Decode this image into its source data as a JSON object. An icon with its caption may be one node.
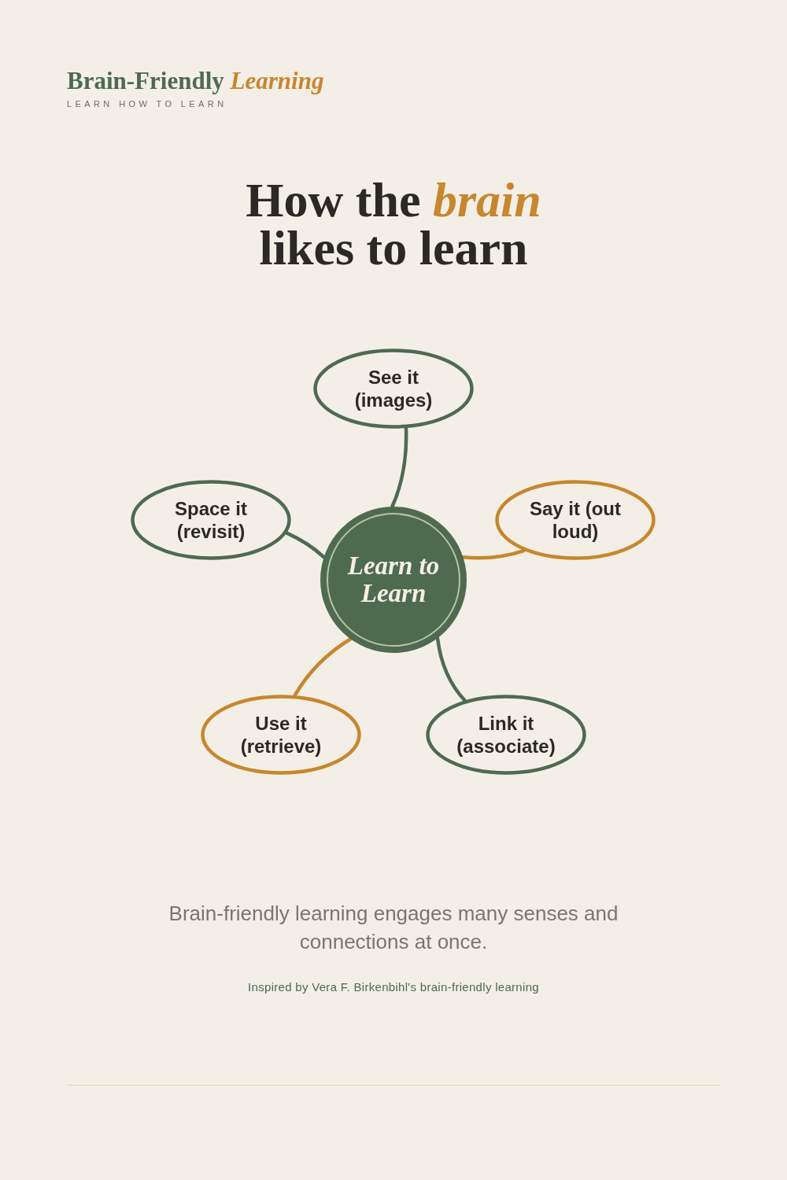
{
  "diagram": {
    "title": "How the *brain* likes to learn",
    "caption": "Brain-friendly learning engages many senses and connections at once.",
    "nodes": [
      {
        "text": [
          "Learn to Learn"
        ]
      },
      {
        "text": [
          "See it (images)"
        ]
      },
      {
        "text": [
          "Say it (out loud)"
        ]
      },
      {
        "text": [
          "Link it (associate)"
        ]
      },
      {
        "text": [
          "Use it (retrieve)"
        ]
      },
      {
        "text": [
          "Space it (revisit)"
        ]
      }
    ],
    "edges": [
      {
        "from": 0,
        "to": 1,
        "arrow": "none"
      },
      {
        "from": 0,
        "to": 2,
        "arrow": "none",
        "color": "#c8862e"
      },
      {
        "from": 0,
        "to": 3,
        "arrow": "none"
      },
      {
        "from": 0,
        "to": 4,
        "arrow": "none",
        "color": "#c8862e"
      },
      {
        "from": 0,
        "to": 5,
        "arrow": "none"
      }
    ],
    "labels": [
      "Brain-Friendly *Learning*",
      "LEARN HOW TO LEARN",
      "Inspired by Vera F. Birkenbihl's brain-friendly learning"
    ]
  }
}
